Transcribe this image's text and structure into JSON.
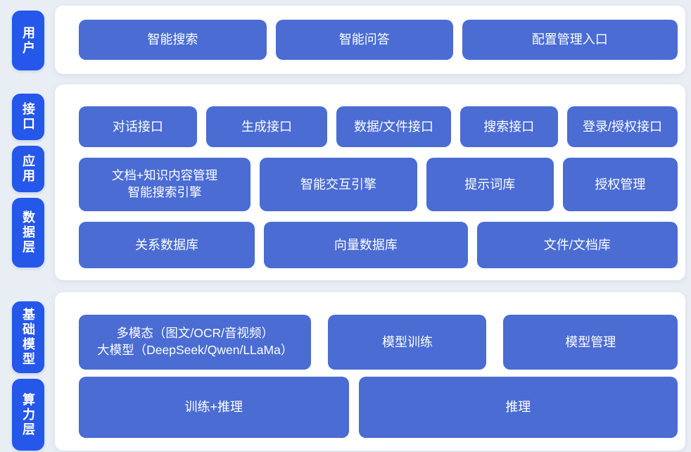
{
  "diagram": {
    "title": "AI platform architecture diagram",
    "colors": {
      "background": "#e9eef5",
      "panel": "#ffffff",
      "layer_pill": "#2457ea",
      "node": "#4a6cd3",
      "text": "#ffffff"
    },
    "bands": [
      {
        "pills": [
          {
            "label": "用户"
          }
        ],
        "rows": [
          {
            "nodes": [
              {
                "label": "智能搜索"
              },
              {
                "label": "智能问答"
              },
              {
                "label": "配置管理入口"
              }
            ]
          }
        ]
      },
      {
        "pills": [
          {
            "label": "接口"
          },
          {
            "label": "应用"
          },
          {
            "label": "数据层"
          }
        ],
        "rows": [
          {
            "nodes": [
              {
                "label": "对话接口"
              },
              {
                "label": "生成接口"
              },
              {
                "label": "数据/文件接口"
              },
              {
                "label": "搜索接口"
              },
              {
                "label": "登录/授权接口"
              }
            ]
          },
          {
            "nodes": [
              {
                "label": "文档+知识内容管理\n智能搜索引擎"
              },
              {
                "label": "智能交互引擎"
              },
              {
                "label": "提示词库"
              },
              {
                "label": "授权管理"
              }
            ]
          },
          {
            "nodes": [
              {
                "label": "关系数据库"
              },
              {
                "label": "向量数据库"
              },
              {
                "label": "文件/文档库"
              }
            ]
          }
        ]
      },
      {
        "pills": [
          {
            "label": "基础模型"
          },
          {
            "label": "算力层"
          }
        ],
        "rows": [
          {
            "nodes": [
              {
                "label": "多模态（图文/OCR/音视频）\n大模型（DeepSeek/Qwen/LLaMa）"
              },
              {
                "label": "模型训练"
              },
              {
                "label": "模型管理"
              }
            ]
          },
          {
            "nodes": [
              {
                "label": "训练+推理"
              },
              {
                "label": "推理"
              }
            ]
          }
        ]
      }
    ]
  }
}
